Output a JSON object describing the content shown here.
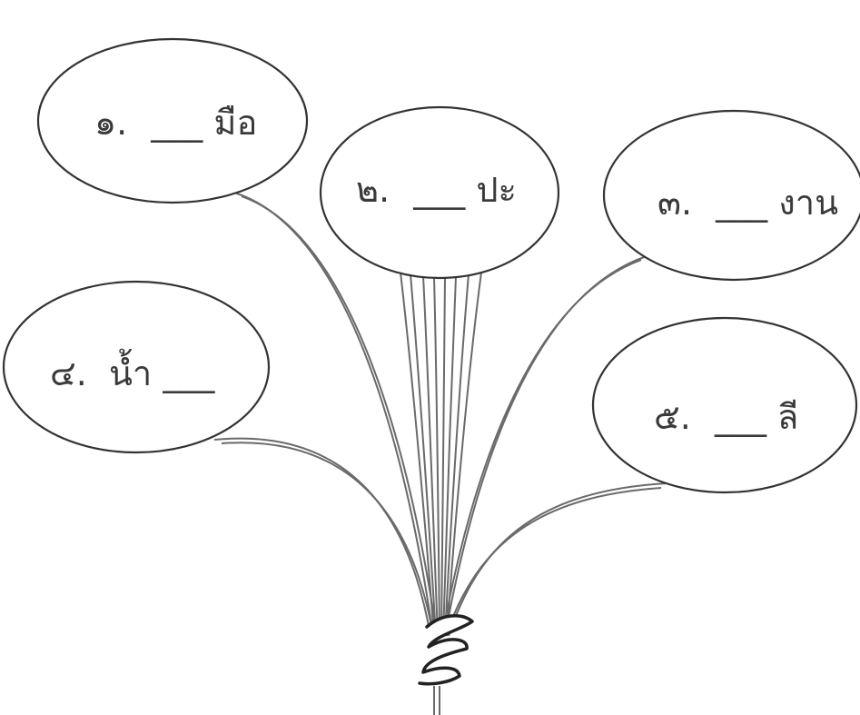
{
  "worksheet": {
    "balloons": [
      {
        "number": "๑.",
        "blank": "___",
        "suffix": "มือ"
      },
      {
        "number": "๒.",
        "blank": "___",
        "suffix": "ปะ"
      },
      {
        "number": "๓.",
        "blank": "___",
        "suffix": "งาน"
      },
      {
        "number": "๔.",
        "prefix": "น้ำ",
        "blank": "___"
      },
      {
        "number": "๕.",
        "blank": "___",
        "suffix": "ลี"
      }
    ]
  }
}
